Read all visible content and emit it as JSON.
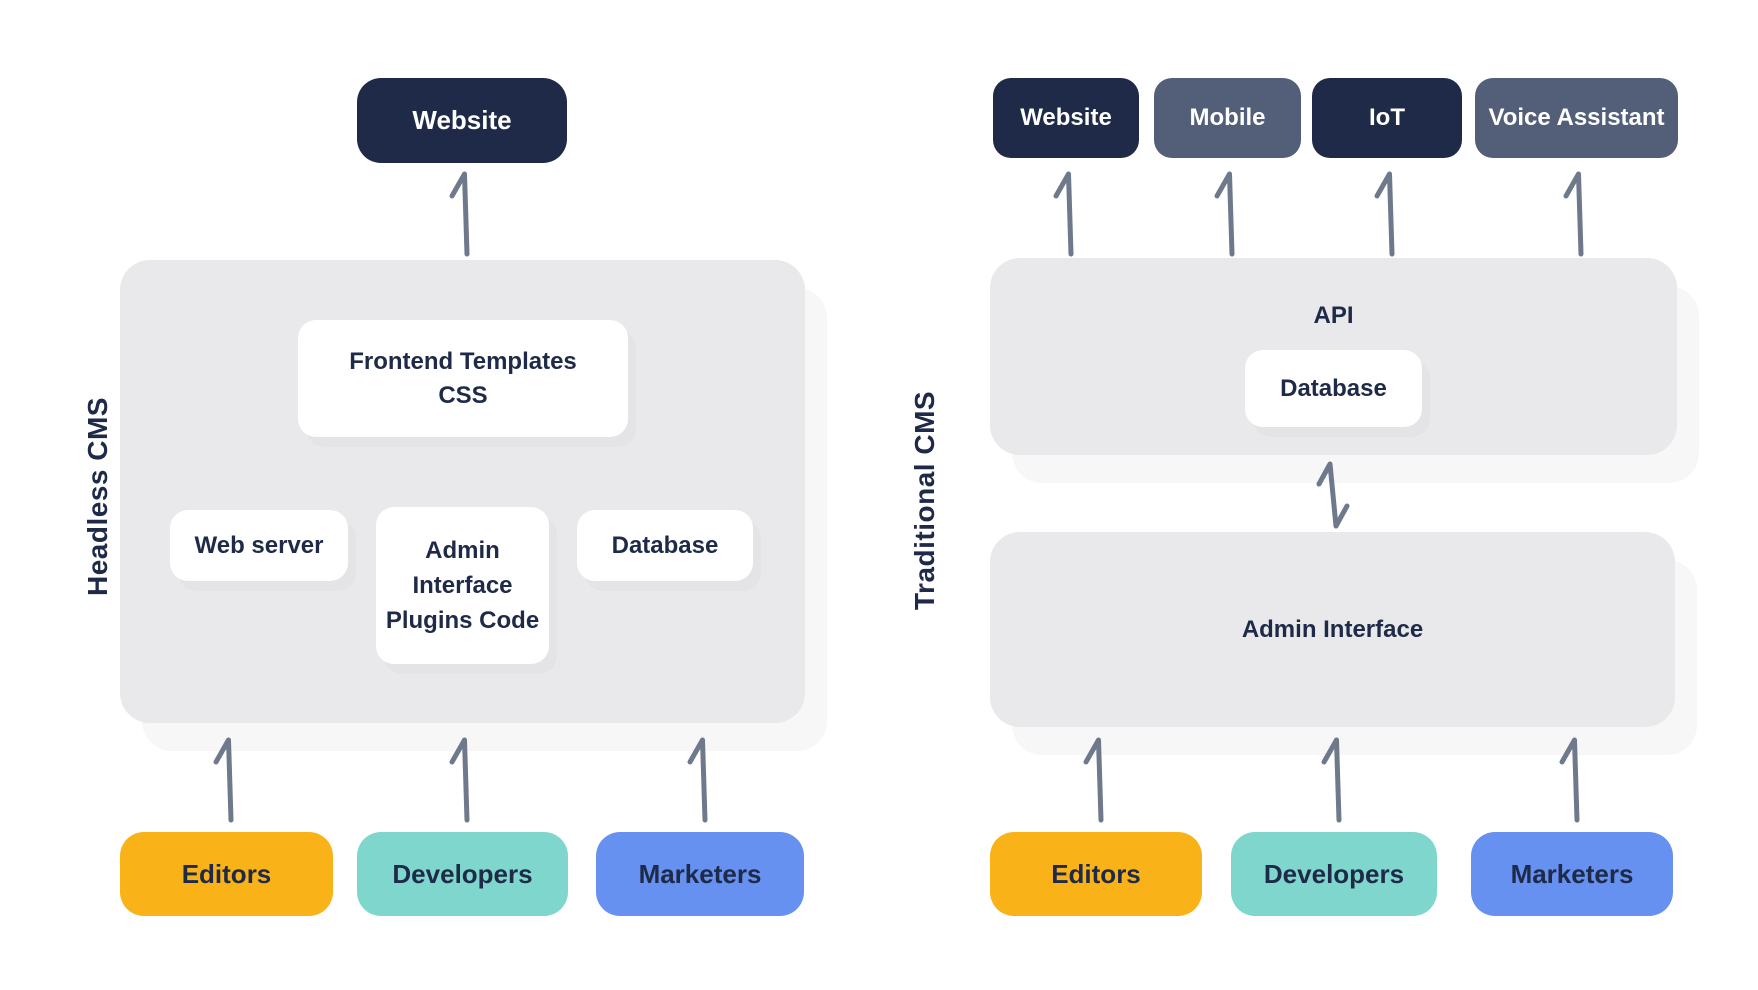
{
  "colors": {
    "navy": "#1e2a47",
    "slate": "#535f79",
    "panel_gray": "#e9e9eb",
    "arrow_gray": "#6f798c",
    "editors_orange": "#f9b217",
    "developers_teal": "#7ed6cd",
    "marketers_blue": "#6691f0",
    "text_dark": "#1e2a47",
    "chip_text_light": "#ffffff"
  },
  "headless": {
    "side_label": "Headless CMS",
    "channel": {
      "label": "Website",
      "variant": "navy"
    },
    "panel": {
      "frontend_box": {
        "lines": [
          "Frontend Templates",
          "CSS"
        ]
      },
      "web_server_box": {
        "label": "Web server"
      },
      "admin_box": {
        "lines": [
          "Admin",
          "Interface",
          "Plugins Code"
        ]
      },
      "database_box": {
        "label": "Database"
      }
    },
    "actors": [
      {
        "label": "Editors",
        "color": "#f9b217"
      },
      {
        "label": "Developers",
        "color": "#7ed6cd"
      },
      {
        "label": "Marketers",
        "color": "#6691f0"
      }
    ]
  },
  "traditional": {
    "side_label": "Traditional CMS",
    "channels": [
      {
        "label": "Website",
        "variant": "navy"
      },
      {
        "label": "Mobile",
        "variant": "slate"
      },
      {
        "label": "IoT",
        "variant": "navy"
      },
      {
        "label": "Voice Assistant",
        "variant": "slate"
      }
    ],
    "api_panel": {
      "label": "API",
      "database_box": {
        "label": "Database"
      }
    },
    "admin_panel": {
      "label": "Admin Interface"
    },
    "actors": [
      {
        "label": "Editors",
        "color": "#f9b217"
      },
      {
        "label": "Developers",
        "color": "#7ed6cd"
      },
      {
        "label": "Marketers",
        "color": "#6691f0"
      }
    ]
  }
}
